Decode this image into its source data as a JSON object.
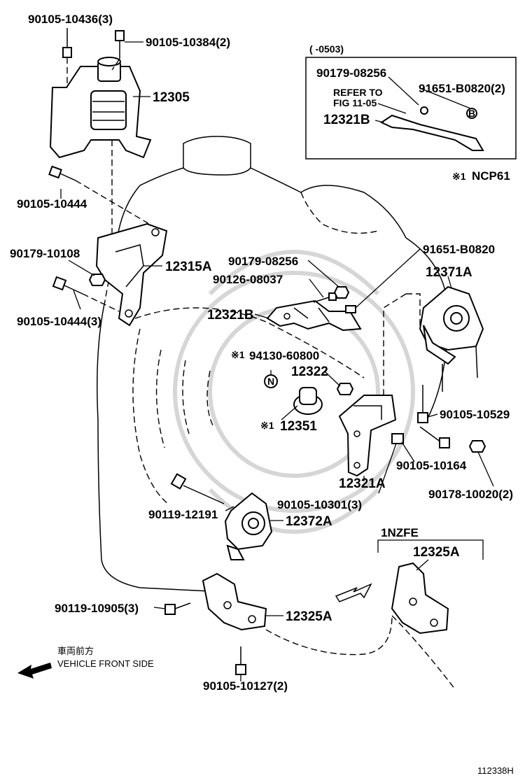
{
  "labels": {
    "p_90105_10436": "90105-10436(3)",
    "p_90105_10384": "90105-10384(2)",
    "p_12305": "12305",
    "p_90105_10444_top": "90105-10444",
    "p_90179_10108": "90179-10108",
    "p_12315A": "12315A",
    "p_90105_10444_3": "90105-10444(3)",
    "p_90179_08256_mid": "90179-08256",
    "p_90126_08037": "90126-08037",
    "p_12321B_mid": "12321B",
    "p_91651_B0820_mid": "91651-B0820",
    "p_12371A": "12371A",
    "p_94130_60800": "94130-60800",
    "p_12322": "12322",
    "p_12351": "12351",
    "p_90105_10529": "90105-10529",
    "p_90105_10164": "90105-10164",
    "p_12321A": "12321A",
    "p_90178_10020": "90178-10020(2)",
    "p_90105_10301": "90105-10301(3)",
    "p_90119_12191": "90119-12191",
    "p_12372A": "12372A",
    "p_90119_10905": "90119-10905(3)",
    "p_12325A_main": "12325A",
    "p_90105_10127": "90105-10127(2)",
    "p_12325A_inset": "12325A"
  },
  "inset": {
    "range": "(      -0503)",
    "part_90179_08256": "90179-08256",
    "refer": "REFER TO",
    "fig": "FIG 11-05",
    "part_91651_B0820": "91651-B0820(2)",
    "part_12321B": "12321B",
    "model_mark": "※1",
    "model": "NCP61"
  },
  "marks": {
    "note_mark": "※1",
    "n_circle": "N",
    "b_circle": "B"
  },
  "engine_variant": "1NZFE",
  "front": {
    "japanese": "車両前方",
    "english": "VEHICLE FRONT SIDE"
  },
  "drawing_number": "112338H"
}
